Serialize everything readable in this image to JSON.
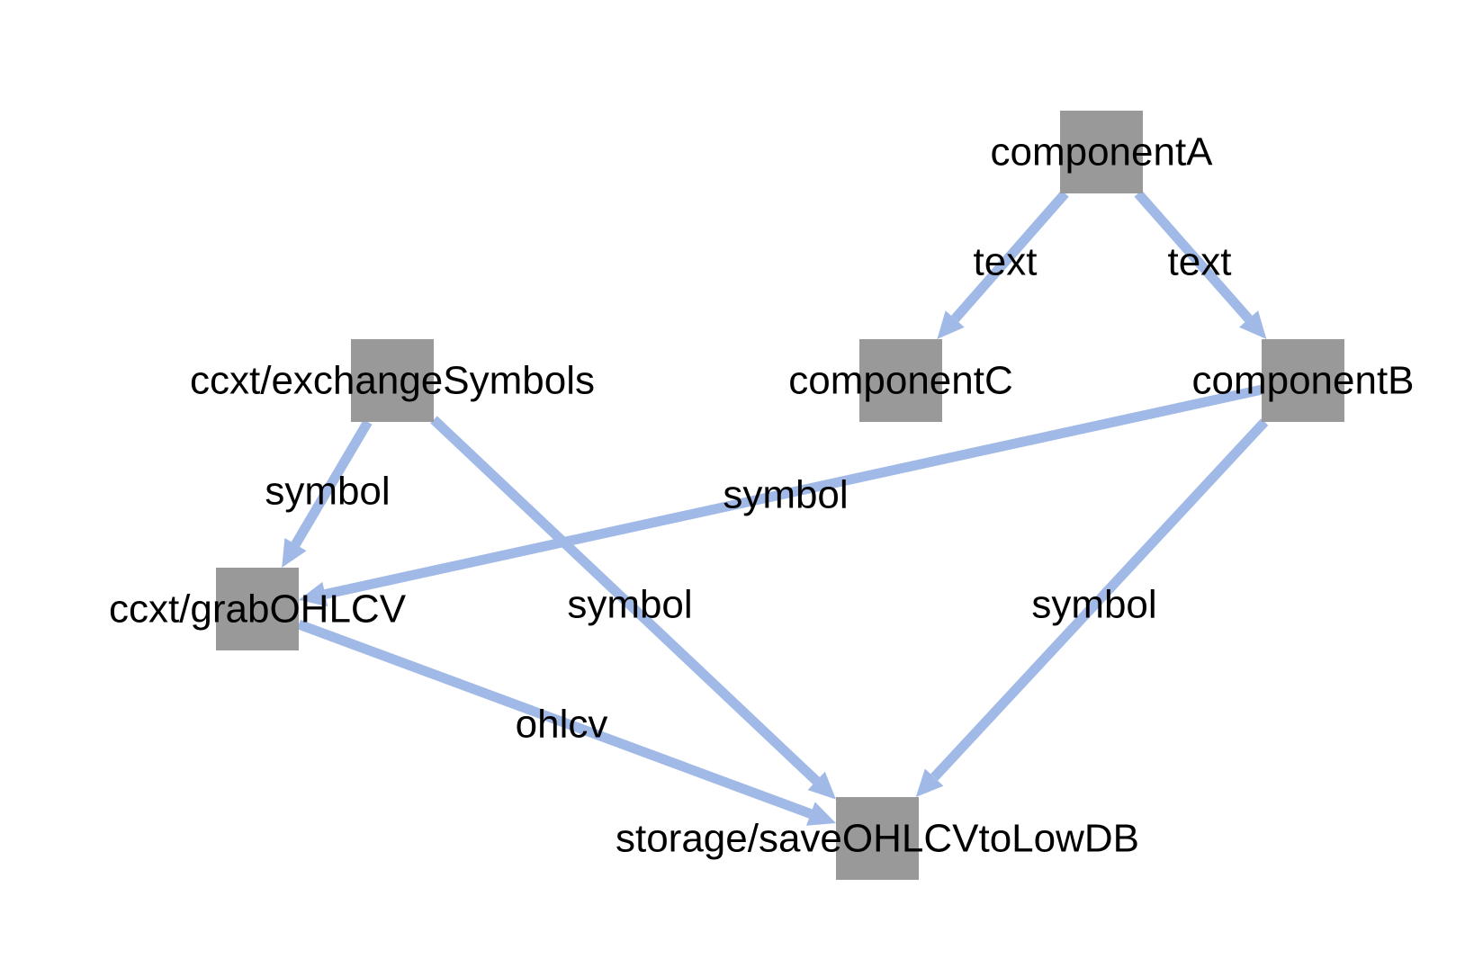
{
  "diagram": {
    "type": "directed-graph",
    "colors": {
      "node_fill": "#999999",
      "edge": "#a0b9e6",
      "text": "#000000",
      "background": "#ffffff"
    },
    "nodes": [
      {
        "id": "componentA",
        "label": "componentA"
      },
      {
        "id": "componentC",
        "label": "componentC"
      },
      {
        "id": "componentB",
        "label": "componentB"
      },
      {
        "id": "exchangeSymbols",
        "label": "ccxt/exchangeSymbols"
      },
      {
        "id": "grabOHLCV",
        "label": "ccxt/grabOHLCV"
      },
      {
        "id": "saveOHLCV",
        "label": "storage/saveOHLCVtoLowDB"
      }
    ],
    "edges": [
      {
        "id": "a-c",
        "from": "componentA",
        "to": "componentC",
        "label": "text"
      },
      {
        "id": "a-b",
        "from": "componentA",
        "to": "componentB",
        "label": "text"
      },
      {
        "id": "ex-grab",
        "from": "exchangeSymbols",
        "to": "grabOHLCV",
        "label": "symbol"
      },
      {
        "id": "ex-save",
        "from": "exchangeSymbols",
        "to": "saveOHLCV",
        "label": "symbol"
      },
      {
        "id": "b-grab",
        "from": "componentB",
        "to": "grabOHLCV",
        "label": "symbol"
      },
      {
        "id": "b-save",
        "from": "componentB",
        "to": "saveOHLCV",
        "label": "symbol"
      },
      {
        "id": "grab-save",
        "from": "grabOHLCV",
        "to": "saveOHLCV",
        "label": "ohlcv"
      }
    ]
  }
}
